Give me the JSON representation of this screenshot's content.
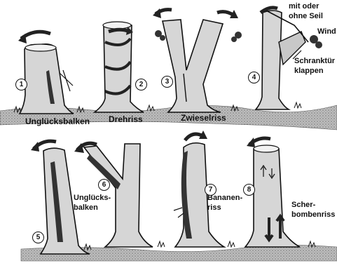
{
  "labels": {
    "ungluecksbalken_1": "Unglücksbalken",
    "drehriss": "Drehriss",
    "zwieselriss": "Zwieselriss",
    "mit_oder": "mit oder",
    "ohne_seil": "ohne Seil",
    "wind": "Wind",
    "schranktuer": "Schranktür",
    "klappen": "klappen",
    "ungluecks_6a": "Unglücks-",
    "ungluecks_6b": "balken",
    "bananen_a": "Bananen-",
    "bananen_b": "riss",
    "scher_a": "Scher-",
    "scher_b": "bombenriss"
  },
  "numbers": [
    "1",
    "2",
    "3",
    "4",
    "5",
    "6",
    "7",
    "8"
  ],
  "colors": {
    "ink": "#111111",
    "trunk": "#d9d9d9",
    "dark": "#3a3a3a",
    "ground": "#9a9a9a"
  }
}
